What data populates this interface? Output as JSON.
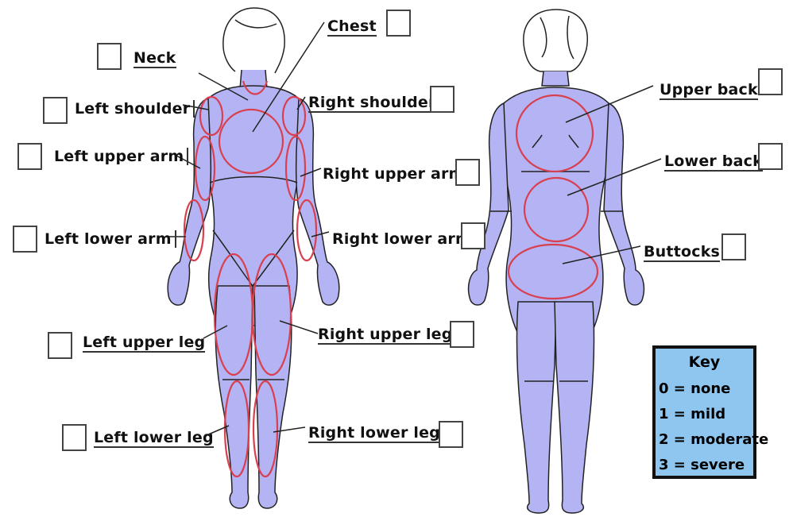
{
  "front_labels": {
    "neck": "Neck",
    "chest": "Chest",
    "left_shoulder": "Left shoulder",
    "right_shoulder": "Right shoulder",
    "left_upper_arm": "Left upper arm",
    "right_upper_arm": "Right upper arm",
    "left_lower_arm": "Left lower arm",
    "right_lower_arm": "Right lower arm",
    "left_upper_leg": "Left upper leg",
    "right_upper_leg": "Right upper leg",
    "left_lower_leg": "Left lower leg",
    "right_lower_leg": "Right lower leg"
  },
  "back_labels": {
    "upper_back": "Upper back",
    "lower_back": "Lower back",
    "buttocks": "Buttocks"
  },
  "key": {
    "title": "Key",
    "items": [
      "0 = none",
      "1 = mild",
      "2 = moderate",
      "3 = severe"
    ]
  },
  "colors": {
    "body_fill": "#b4b4f4",
    "region_outline": "#d84050",
    "key_background": "#8ec6f0"
  }
}
